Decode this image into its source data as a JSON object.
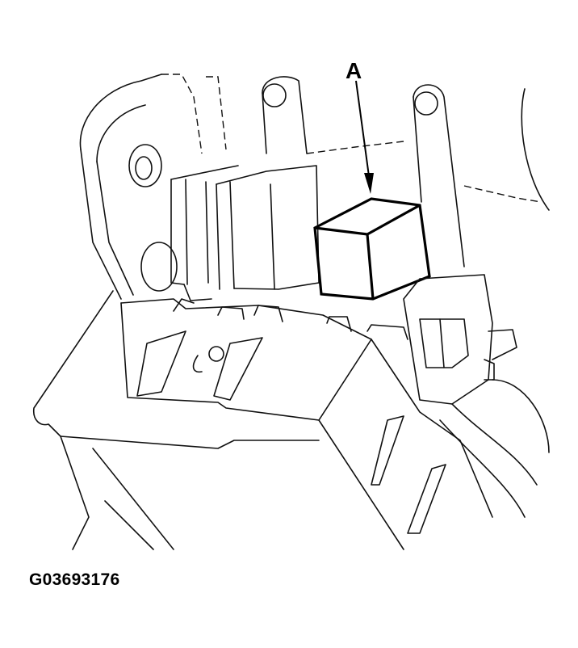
{
  "callout_label": "A",
  "figure_id": "G03693176",
  "target_component": "relay-A"
}
